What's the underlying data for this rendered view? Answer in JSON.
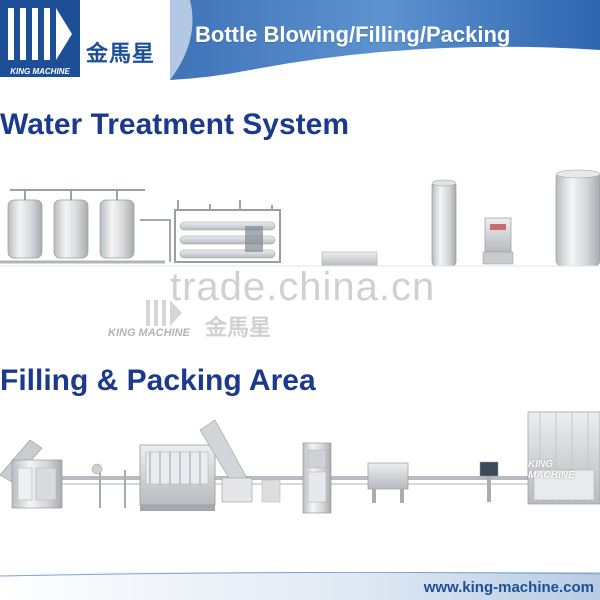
{
  "header": {
    "title": "Bottle Blowing/Filling/Packing",
    "logo_cn": "金馬星",
    "logo_en": "KING MACHINE"
  },
  "sections": {
    "water_treatment": "Water Treatment System",
    "filling_packing": "Filling & Packing Area"
  },
  "watermark": {
    "text": "trade.china.cn",
    "logo_en": "KING MACHINE",
    "logo_cn": "金馬星",
    "logo_en_right": "KING MACHINE"
  },
  "footer": {
    "url": "www.king-machine.com"
  },
  "colors": {
    "brand_blue": "#1d4f96",
    "title_blue": "#1b3a8c"
  }
}
